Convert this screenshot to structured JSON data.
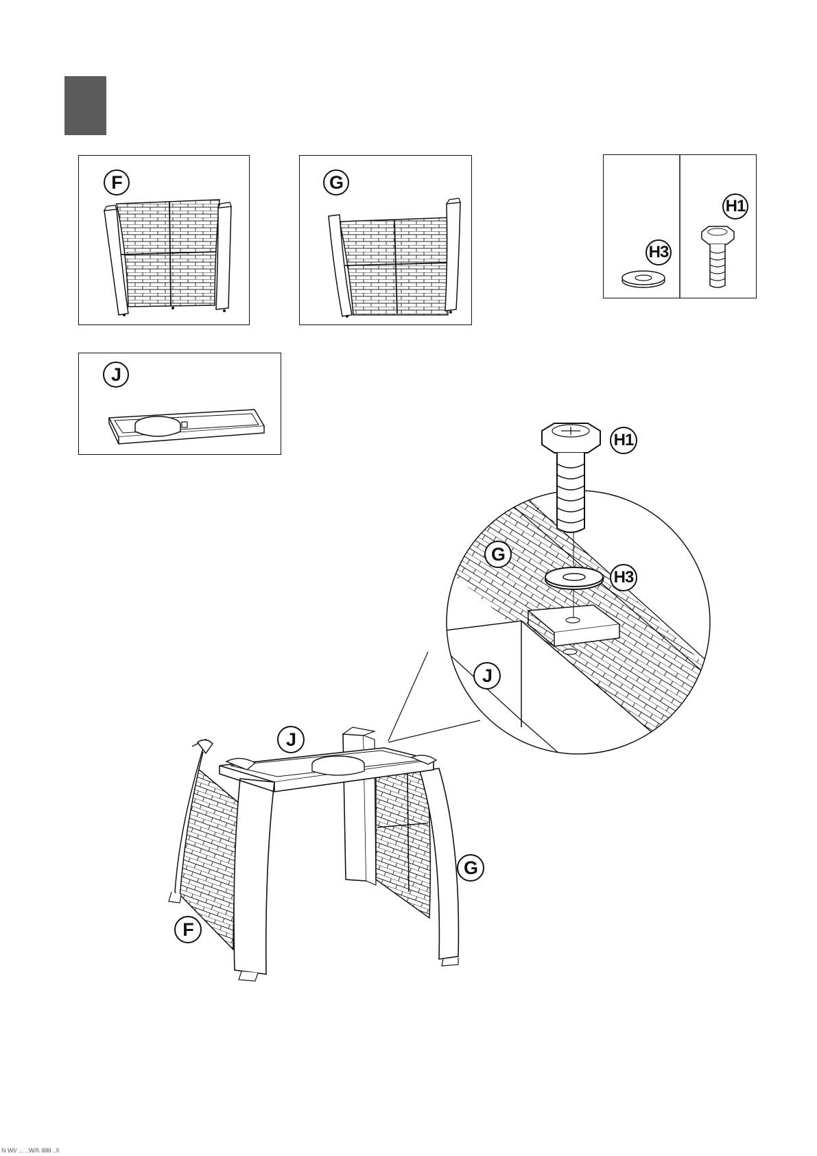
{
  "step_marker": "",
  "labels": {
    "panel_f": "F",
    "panel_g": "G",
    "panel_h3": "H3",
    "panel_h1": "H1",
    "panel_j": "J",
    "detail_h1": "H1",
    "detail_g": "G",
    "detail_h3": "H3",
    "detail_j": "J",
    "assembly_j": "J",
    "assembly_g": "G",
    "assembly_f": "F"
  },
  "footer_text": "N WI/ ... ..W/l\\ Illllll ..l\\"
}
